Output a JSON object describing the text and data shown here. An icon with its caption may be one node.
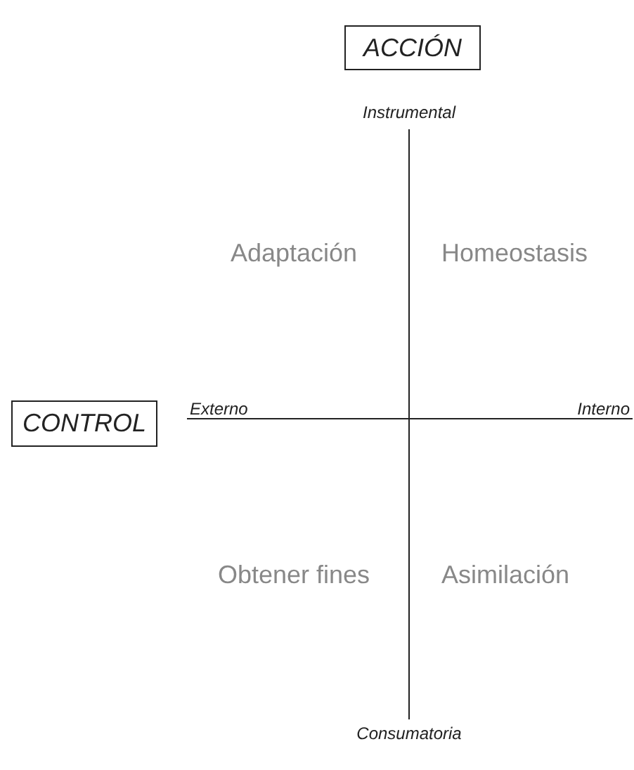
{
  "diagram": {
    "nodes": [
      {
        "text": [
          "ACCIÓN"
        ]
      },
      {
        "text": [
          "CONTROL"
        ]
      }
    ],
    "labels": [
      "Instrumental",
      "Adaptación",
      "Homeostasis",
      "Externo",
      "Interno",
      "Obtener fines",
      "Asimilación",
      "Consumatoria"
    ]
  }
}
